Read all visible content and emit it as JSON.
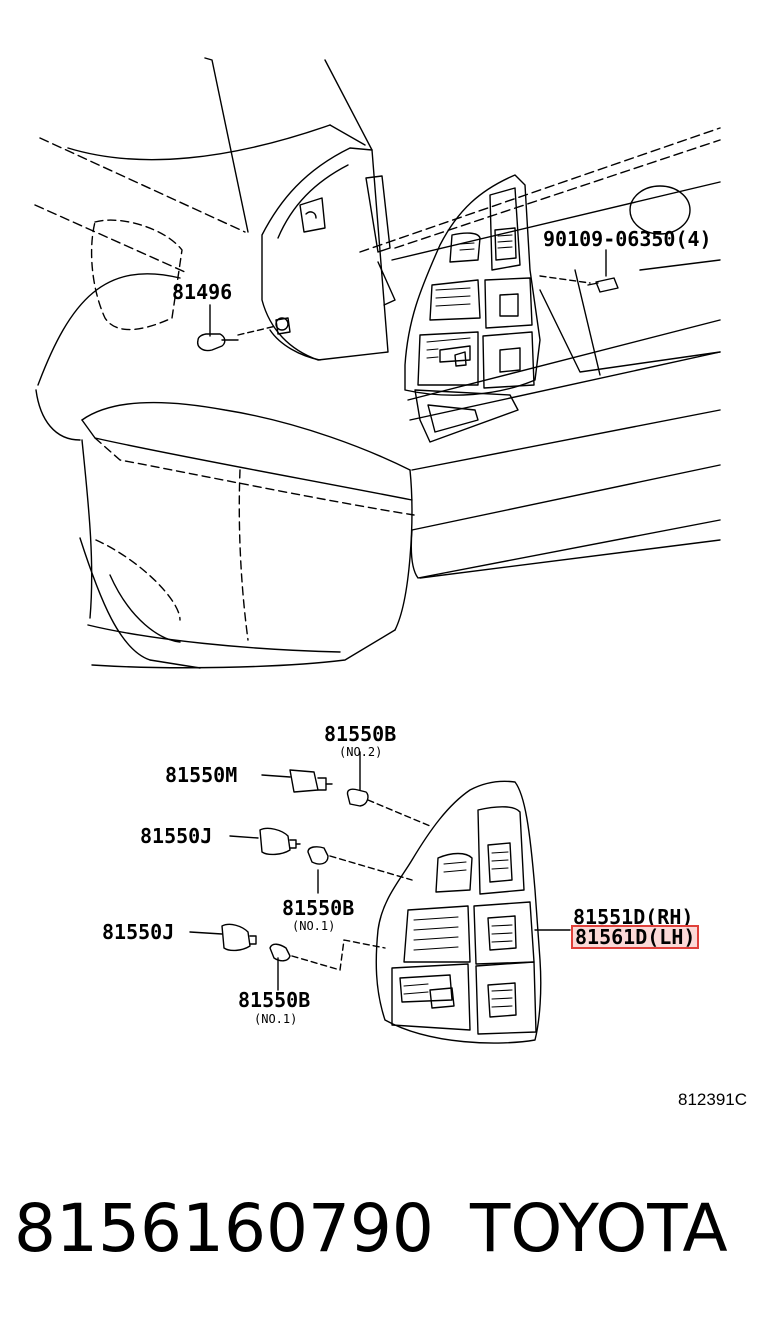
{
  "callouts": {
    "c81496": "81496",
    "c90109": "90109-06350(4)",
    "c81550B_top": "81550B",
    "c81550B_top_sub": "(NO.2)",
    "c81550M": "81550M",
    "c81550J_a": "81550J",
    "c81550B_mid": "81550B",
    "c81550B_mid_sub": "(NO.1)",
    "c81550J_b": "81550J",
    "c81550B_bot": "81550B",
    "c81550B_bot_sub": "(NO.1)",
    "c81551D": "81551D(RH)",
    "c81561D": "81561D(LH)"
  },
  "highlight_color": "#e0403a",
  "reference_code": "812391C",
  "footer": {
    "part_number": "8156160790",
    "brand": "TOYOTA"
  }
}
